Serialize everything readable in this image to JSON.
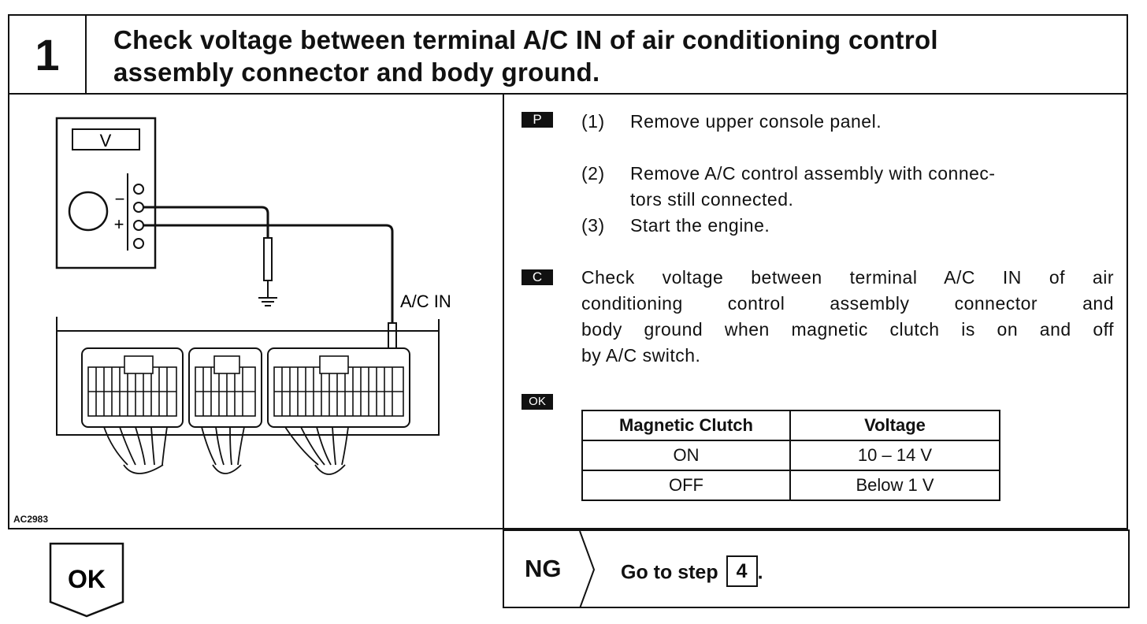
{
  "step": {
    "number": "1",
    "title_line1": "Check voltage between terminal A/C IN of air conditioning control",
    "title_line2": "assembly connector and body ground."
  },
  "figure": {
    "meter_label": "V",
    "minus": "−",
    "plus": "+",
    "terminal_label": "A/C IN",
    "code": "AC2983"
  },
  "instructions": {
    "prep_tag": "P",
    "steps": [
      {
        "num": "(1)",
        "text": "Remove upper console panel."
      },
      {
        "num": "(2)",
        "text_line1": "Remove A/C control assembly with connec-",
        "text_line2": "tors still connected."
      },
      {
        "num": "(3)",
        "text": "Start the engine."
      }
    ],
    "check_tag": "C",
    "check_lines": [
      "Check voltage between terminal A/C IN of air",
      "conditioning control assembly connector and",
      "body ground when magnetic clutch is on and off",
      "by A/C switch."
    ],
    "ok_tag": "OK"
  },
  "table": {
    "headers": [
      "Magnetic Clutch",
      "Voltage"
    ],
    "rows": [
      [
        "ON",
        "10 – 14 V"
      ],
      [
        "OFF",
        "Below 1 V"
      ]
    ]
  },
  "footer": {
    "ok_label": "OK",
    "ng_label": "NG",
    "go_text": "Go to step",
    "go_step": "4",
    "go_period": "."
  }
}
